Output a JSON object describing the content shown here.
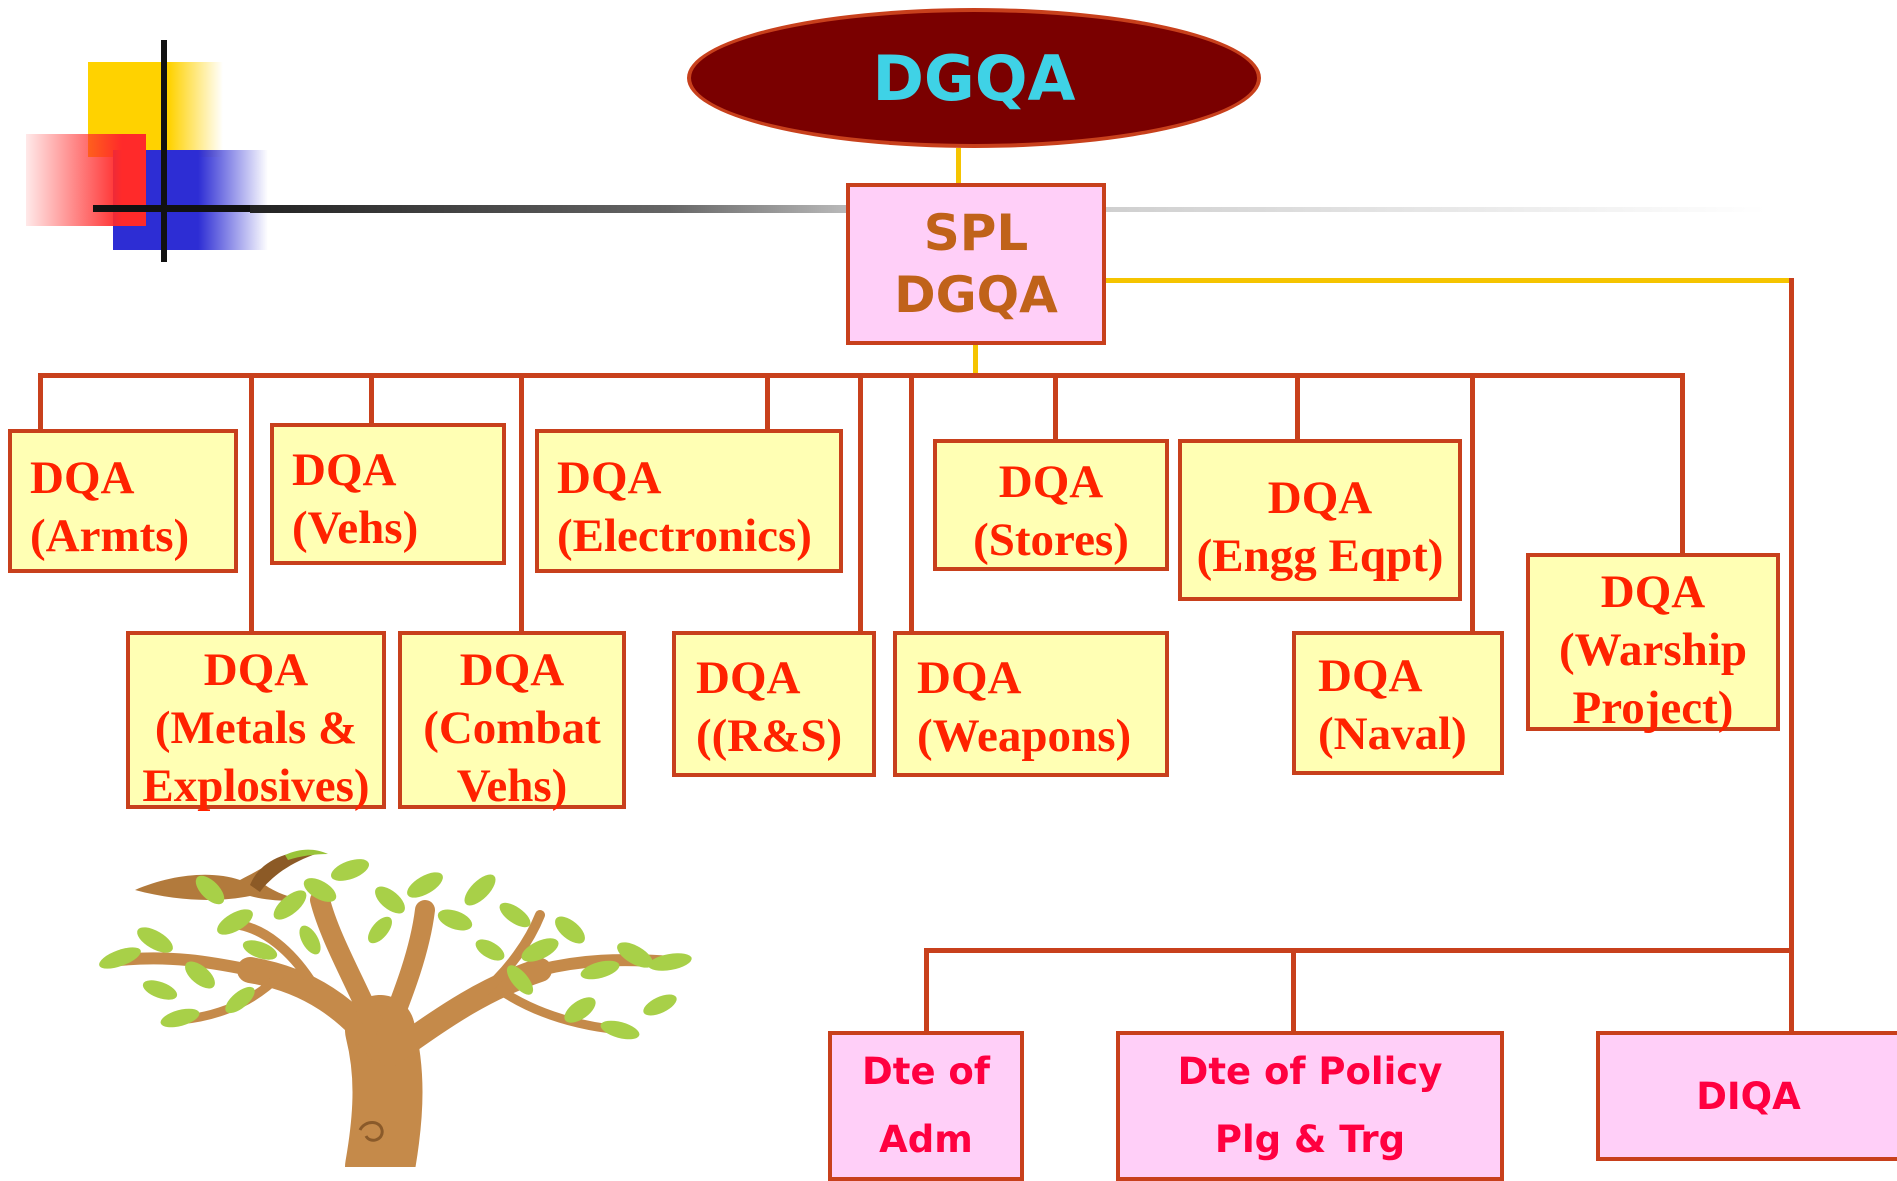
{
  "colors": {
    "connector": "#c8401c",
    "top_connector": "#f5c400",
    "dqa_fill": "#ffffb4",
    "dqa_text": "#ff2200",
    "pink_fill": "#ffcff8",
    "pink_text": "#ff0040",
    "oval_fill": "#7a0000",
    "oval_text": "#3fd2e6",
    "spl_text": "#c0621a"
  },
  "root": {
    "label": "DGQA"
  },
  "spl": {
    "line1": "SPL",
    "line2": "DGQA"
  },
  "dqa": [
    {
      "line1": "DQA",
      "line2": "(Armts)"
    },
    {
      "line1": "DQA",
      "line2": "(Vehs)"
    },
    {
      "line1": "DQA",
      "line2": "(Electronics)"
    },
    {
      "line1": "DQA",
      "line2": "(Stores)"
    },
    {
      "line1": "DQA",
      "line2": "(Engg Eqpt)"
    },
    {
      "line1": "DQA",
      "line2": "(Metals &",
      "line3": "Explosives)"
    },
    {
      "line1": "DQA",
      "line2": "(Combat",
      "line3": "Vehs)"
    },
    {
      "line1": "DQA",
      "line2": "((R&S)"
    },
    {
      "line1": "DQA",
      "line2": "(Weapons)"
    },
    {
      "line1": "DQA",
      "line2": "(Naval)"
    },
    {
      "line1": "DQA",
      "line2": "(Warship",
      "line3": "Project)"
    }
  ],
  "directorates": [
    {
      "line1": "Dte of",
      "line2": "Adm"
    },
    {
      "line1": "Dte of Policy",
      "line2": "Plg & Trg"
    },
    {
      "line1": "DIQA"
    }
  ],
  "decorations": [
    "color-squares-logo",
    "tree-with-bird-illustration"
  ]
}
